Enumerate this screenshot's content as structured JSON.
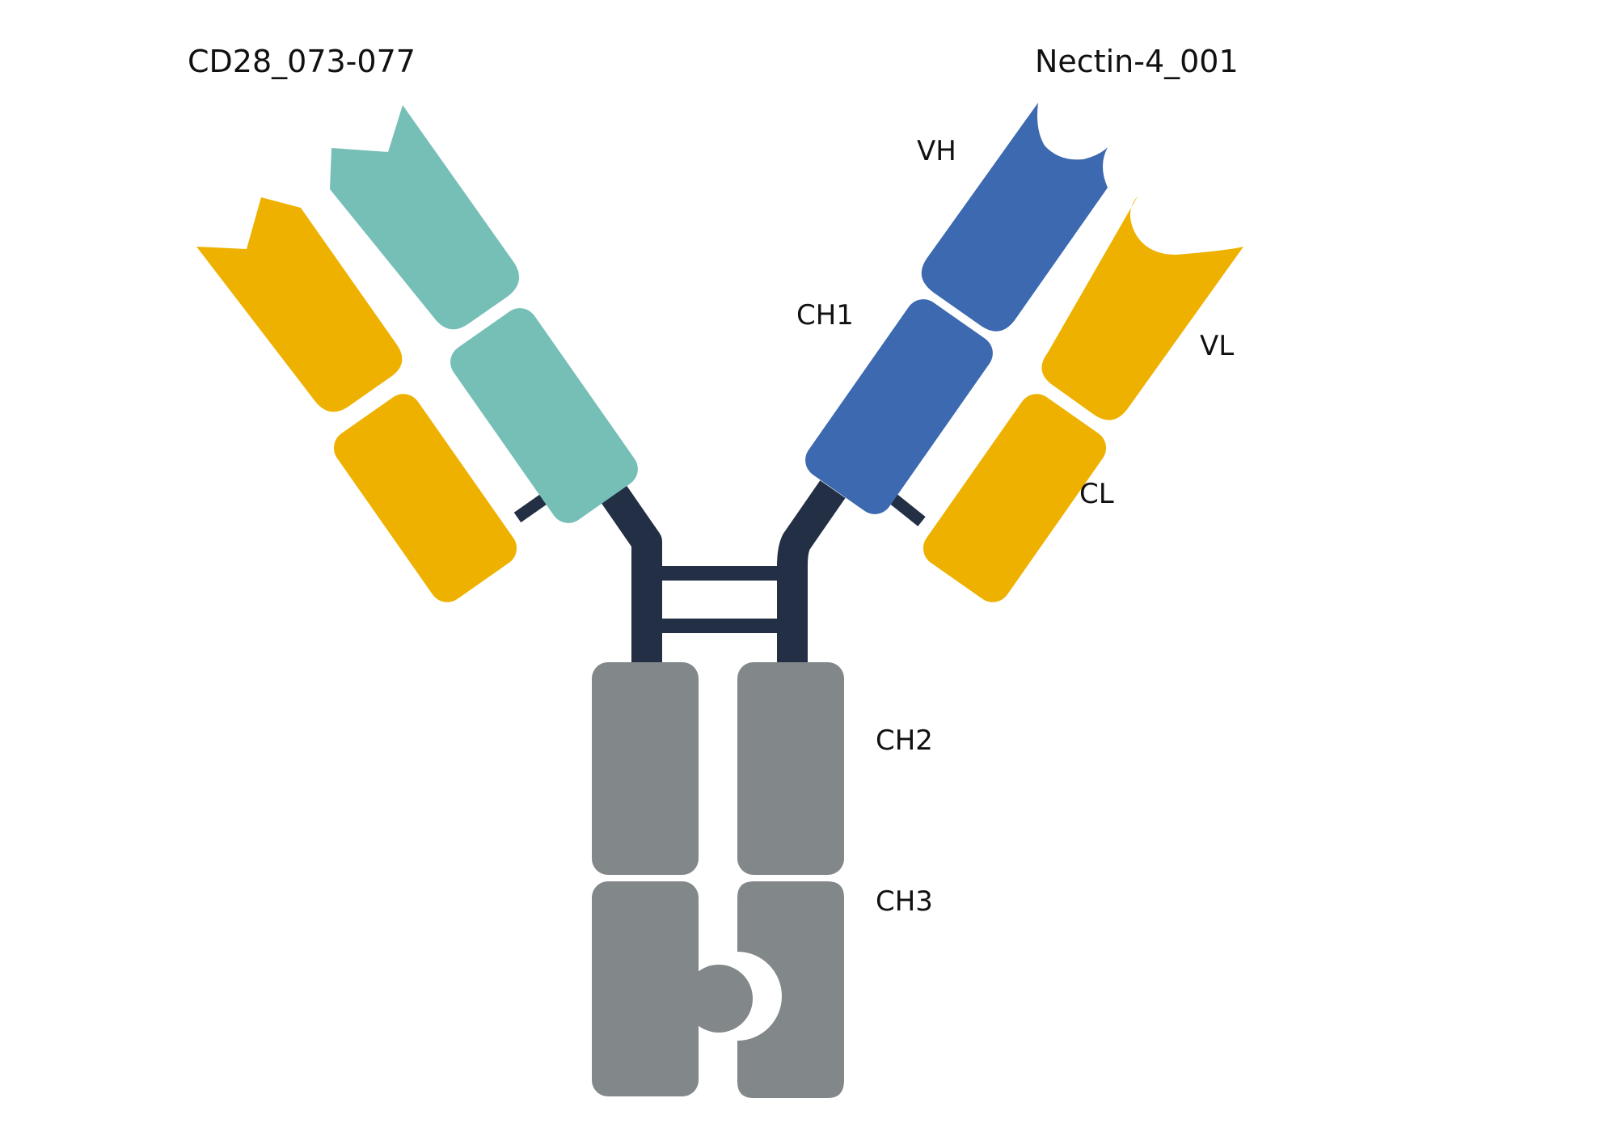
{
  "antibody": {
    "left_arm": {
      "name": "CD28_073-077"
    },
    "right_arm": {
      "name": "Nectin-4_001"
    }
  },
  "domain_labels": {
    "vh": "VH",
    "ch1": "CH1",
    "vl": "VL",
    "cl": "CL",
    "ch2": "CH2",
    "ch3": "CH3"
  },
  "colors": {
    "light_chain": "#EEB100",
    "left_heavy_chain": "#76BFB7",
    "right_heavy_chain": "#3C69AF",
    "fc_region": "#828789",
    "hinge": "#232F45",
    "background": "#FFFFFF"
  }
}
